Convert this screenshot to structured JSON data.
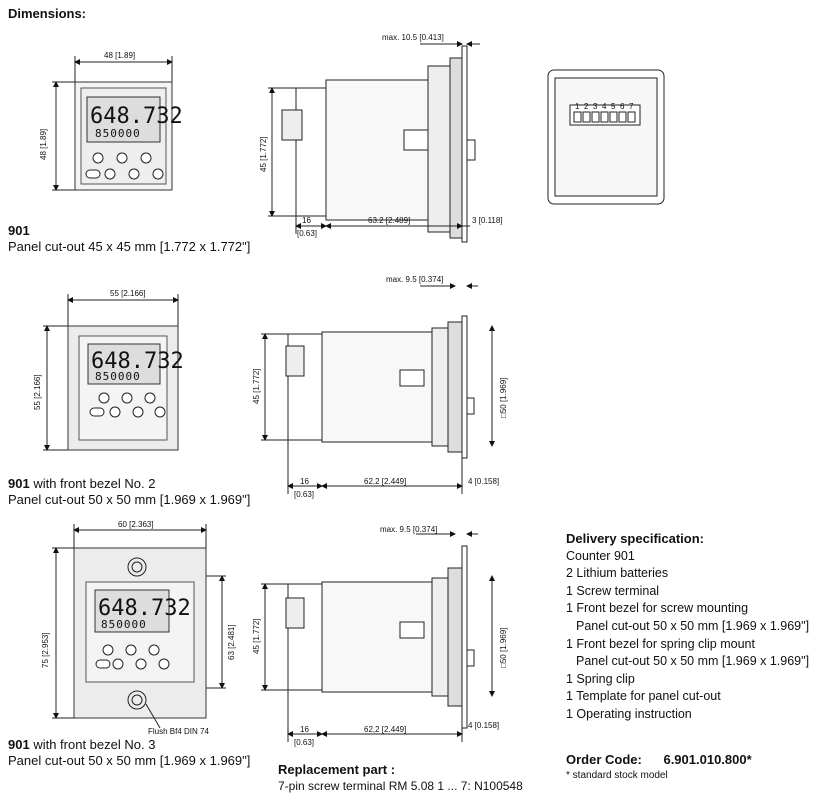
{
  "header": {
    "title": "Dimensions:"
  },
  "row1": {
    "width_dim": "48 [1.89]",
    "height_dim": "48 [1.89]",
    "display_top": "648.732",
    "display_bottom": "850000",
    "side_max": "max. 10.5 [0.413]",
    "side_height": "45 [1.772]",
    "side_16": "16",
    "side_063": "[0.63]",
    "side_len": "63.2 [2.489]",
    "side_3": "3 [0.118]",
    "terminals": [
      "1",
      "2",
      "3",
      "4",
      "5",
      "6",
      "7"
    ],
    "model": "901",
    "cutout": "Panel cut-out 45 x 45 mm [1.772 x 1.772\"]"
  },
  "row2": {
    "width_dim": "55 [2.166]",
    "height_dim": "55 [2.166]",
    "display_top": "648.732",
    "display_bottom": "850000",
    "side_max": "max. 9.5 [0.374]",
    "side_height": "45 [1.772]",
    "side_sq": "□50 [1.969]",
    "side_16": "16",
    "side_063": "[0.63]",
    "side_len": "62.2 [2.449]",
    "side_4": "4 [0.158]",
    "model": "901",
    "model_suffix": " with front bezel No. 2",
    "cutout": "Panel cut-out 50 x 50 mm [1.969 x 1.969\"]"
  },
  "row3": {
    "width_dim": "60 [2.363]",
    "height_dim": "75 [2.953]",
    "inner_height": "63 [2.481]",
    "display_top": "648.732",
    "display_bottom": "850000",
    "flush": "Flush Bf4 DIN 74",
    "side_max": "max. 9.5 [0.374]",
    "side_height": "45 [1.772]",
    "side_sq": "□50 [1.969]",
    "side_16": "16",
    "side_063": "[0.63]",
    "side_len": "62,2 [2.449]",
    "side_4": "4 [0.158]",
    "model": "901",
    "model_suffix": " with front bezel No. 3",
    "cutout": "Panel cut-out 50 x 50 mm [1.969 x 1.969\"]"
  },
  "replacement": {
    "title": "Replacement part :",
    "text": "7-pin screw terminal RM 5.08 1 ... 7: N100548"
  },
  "delivery": {
    "title": "Delivery specification:",
    "items": [
      {
        "text": "Counter 901",
        "indent": false
      },
      {
        "text": "2 Lithium batteries",
        "indent": false
      },
      {
        "text": "1 Screw terminal",
        "indent": false
      },
      {
        "text": "1 Front  bezel for screw mounting",
        "indent": false
      },
      {
        "text": "Panel cut-out 50 x 50 mm [1.969 x 1.969\"]",
        "indent": true
      },
      {
        "text": "1 Front  bezel for spring clip mount",
        "indent": false
      },
      {
        "text": "Panel cut-out 50 x 50 mm [1.969 x 1.969\"]",
        "indent": true
      },
      {
        "text": "1 Spring clip",
        "indent": false
      },
      {
        "text": "1 Template for panel cut-out",
        "indent": false
      },
      {
        "text": "1 Operating instruction",
        "indent": false
      }
    ]
  },
  "order": {
    "label": "Order Code:",
    "code": "6.901.010.800*",
    "note": "* standard stock model"
  }
}
